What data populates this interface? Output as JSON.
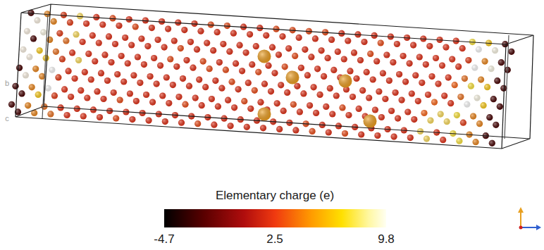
{
  "diagram": {
    "labels": [
      "Elementary charge (e)",
      "-4.7",
      "2.5",
      "9.8",
      "b",
      "c"
    ]
  }
}
